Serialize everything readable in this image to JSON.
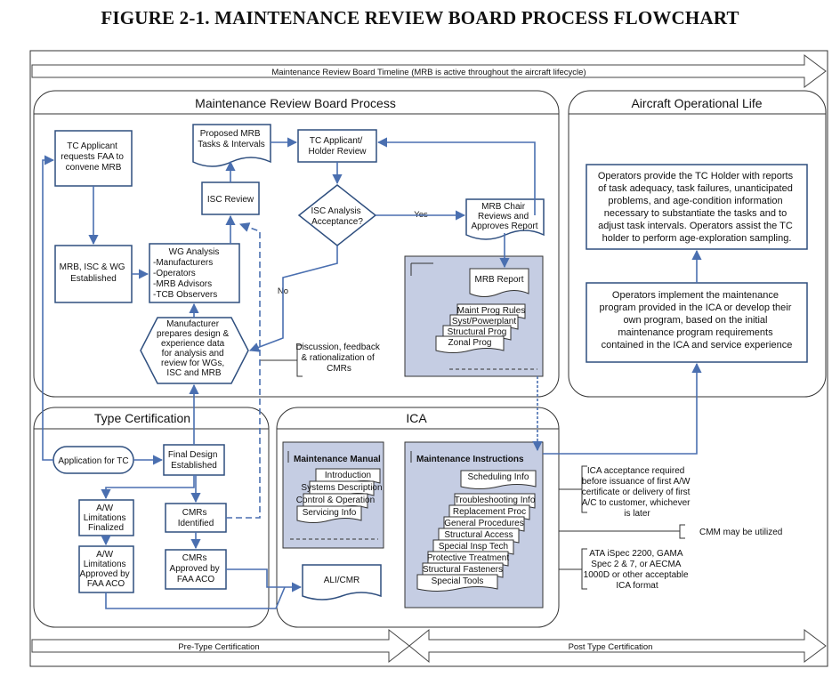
{
  "title": "FIGURE 2-1. MAINTENANCE REVIEW BOARD PROCESS FLOWCHART",
  "timeline": {
    "top_label": "Maintenance Review  Board Timeline (MRB is active throughout the aircraft lifecycle)",
    "bottom_left": "Pre-Type Certification",
    "bottom_right": "Post Type Certification"
  },
  "sections": {
    "mrb_process": "Maintenance Review Board Process",
    "operational_life": "Aircraft Operational Life",
    "type_cert": "Type Certification",
    "ica": "ICA"
  },
  "nodes": {
    "tc_applicant": [
      "TC Applicant",
      "requests FAA to",
      "convene MRB"
    ],
    "mrb_established": [
      "MRB, ISC & WG",
      "Established"
    ],
    "proposed_tasks": [
      "Proposed MRB",
      "Tasks & Intervals"
    ],
    "isc_review": [
      "ISC Review"
    ],
    "wg_analysis": [
      "WG Analysis",
      "-Manufacturers",
      "-Operators",
      "-MRB Advisors",
      "-TCB Observers"
    ],
    "manufacturer_prep": [
      "Manufacturer",
      "prepares design &",
      "experience data",
      "for analysis and",
      "review for WGs,",
      "ISC and MRB"
    ],
    "holder_review": [
      "TC Applicant/",
      "Holder Review"
    ],
    "isc_acceptance": [
      "ISC Analysis",
      "Acceptance?"
    ],
    "yes_label": "Yes",
    "no_label": "No",
    "mrb_chair": [
      "MRB Chair",
      "Reviews and",
      "Approves Report"
    ],
    "discussion": [
      "Discussion, feedback",
      "& rationalization of",
      "CMRs"
    ],
    "mrb_report": "MRB Report",
    "report_pages": [
      "Maint Prog Rules",
      "Syst/Powerplant",
      "Structural Prog",
      "Zonal Prog"
    ],
    "operators_report": [
      "Operators provide the TC Holder with reports",
      "of task adequacy, task failures, unanticipated",
      "problems, and age-condition information",
      "necessary to substantiate the tasks and to",
      "adjust task intervals.  Operators assist the TC",
      "holder to perform age-exploration sampling."
    ],
    "operators_implement": [
      "Operators implement the maintenance",
      "program provided in the ICA or develop their",
      "own program, based on the initial",
      "maintenance program requirements",
      "contained in the ICA and service experience"
    ],
    "application_tc": "Application for TC",
    "final_design": [
      "Final Design",
      "Established"
    ],
    "aw_finalized": [
      "A/W",
      "Limitations",
      "Finalized"
    ],
    "cmrs_identified": [
      "CMRs",
      "Identified"
    ],
    "aw_approved": [
      "A/W",
      "Limitations",
      "Approved by",
      "FAA ACO"
    ],
    "cmrs_approved": [
      "CMRs",
      "Approved by",
      "FAA ACO"
    ],
    "ali_cmr": "ALI/CMR",
    "maint_manual_title": "Maintenance Manual",
    "manual_pages": [
      "Introduction",
      "Systems Description",
      "Control & Operation",
      "Servicing Info"
    ],
    "maint_instr_title": "Maintenance Instructions",
    "instr_pages": [
      "Scheduling Info",
      "Troubleshooting Info",
      "Replacement Proc",
      "General Procedures",
      "Structural Access",
      "Special Insp Tech",
      "Protective Treatment",
      "Structural Fasteners",
      "Special Tools"
    ],
    "ica_acceptance_note": [
      "ICA acceptance required",
      "before issuance of first A/W",
      "certificate or delivery of first",
      "A/C to customer, whichever",
      "is later"
    ],
    "cmm_note": "CMM may be utilized",
    "ata_note": [
      "ATA iSpec 2200, GAMA",
      "Spec 2 & 7, or AECMA",
      "1000D or other acceptable",
      "ICA format"
    ]
  },
  "colors": {
    "box_border": "#2f4f7f",
    "arrow": "#4a6fb0",
    "panel_fill": "#c5cde3",
    "panel_border": "#333333"
  }
}
